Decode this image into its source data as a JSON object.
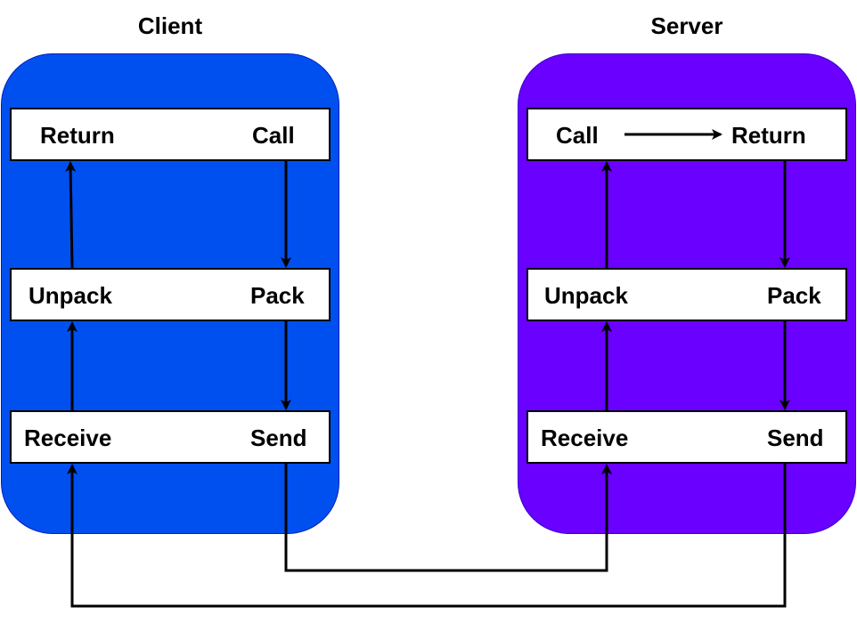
{
  "client": {
    "title": "Client",
    "color": "#0050EF",
    "top_layer": {
      "left": "Return",
      "right": "Call"
    },
    "middle_layer": {
      "left": "Unpack",
      "right": "Pack"
    },
    "bottom_layer": {
      "left": "Receive",
      "right": "Send"
    }
  },
  "server": {
    "title": "Server",
    "color": "#6A00FF",
    "top_layer": {
      "left": "Call",
      "right": "Return"
    },
    "middle_layer": {
      "left": "Unpack",
      "right": "Pack"
    },
    "bottom_layer": {
      "left": "Receive",
      "right": "Send"
    }
  },
  "colors": {
    "border": "#001DBC",
    "arrow": "#000000",
    "box": "#FFFFFF"
  }
}
